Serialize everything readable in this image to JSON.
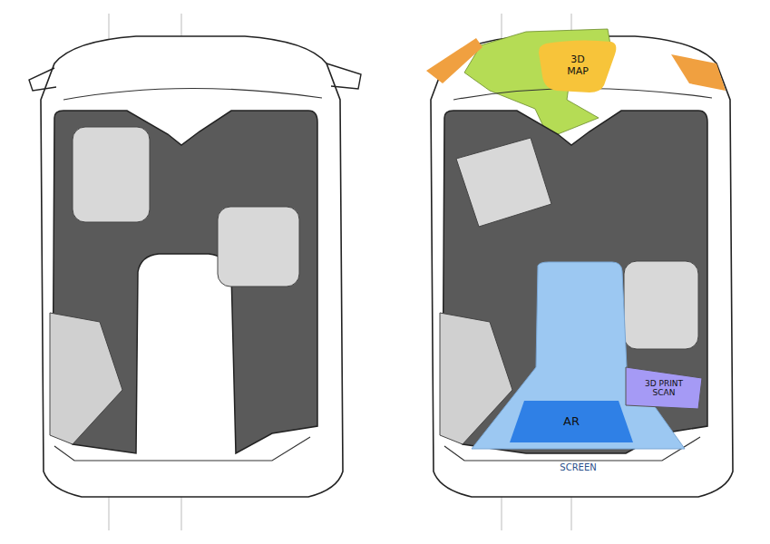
{
  "diagram": {
    "nodes": [
      {
        "text": [
          "3D MAP"
        ]
      },
      {
        "text": [
          "SCREEN"
        ]
      },
      {
        "text": [
          "AR"
        ],
        "in": 1
      },
      {
        "text": [
          "3D PRINT SCAN"
        ]
      }
    ]
  }
}
